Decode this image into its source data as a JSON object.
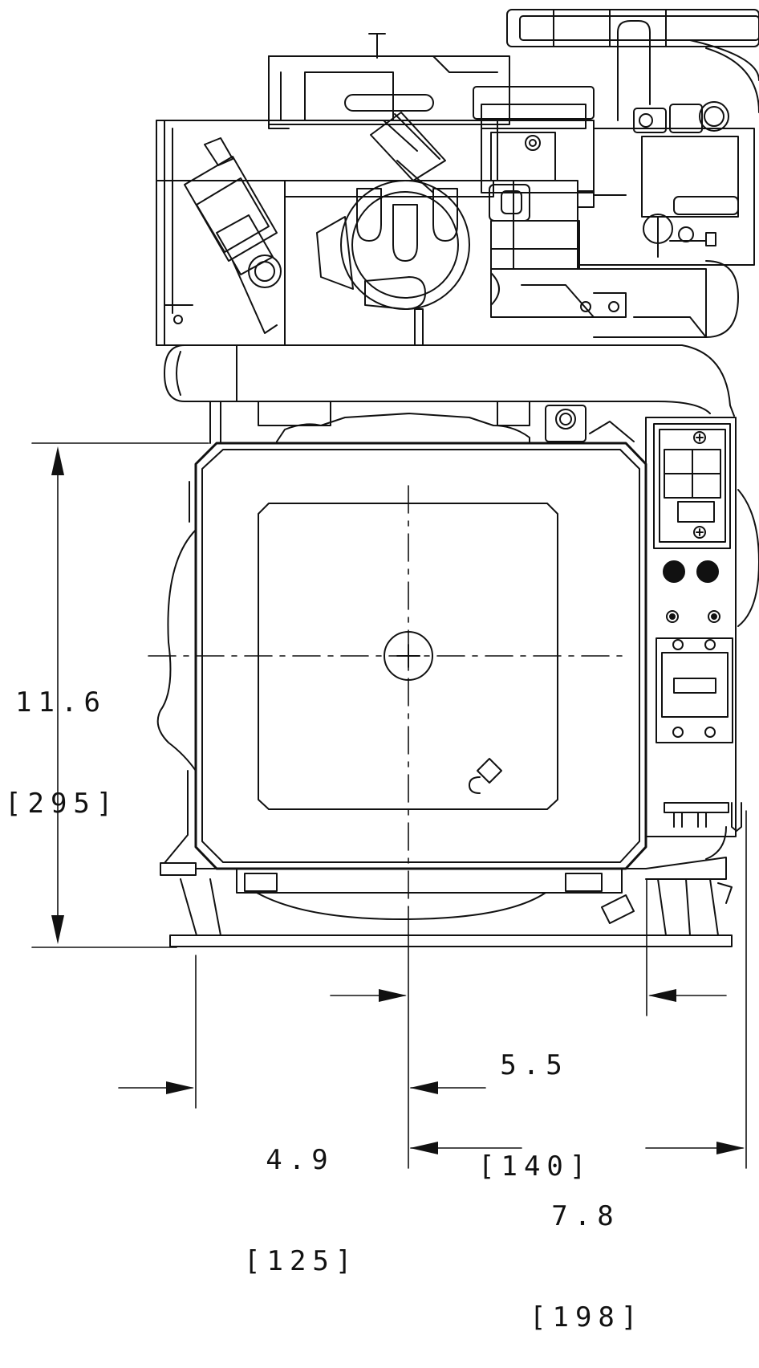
{
  "dimensions": {
    "height": {
      "inches": "11.6",
      "mm": "[295]"
    },
    "right_offset": {
      "inches": "5.5",
      "mm": "[140]"
    },
    "left_offset": {
      "inches": "4.9",
      "mm": "[125]"
    },
    "overall_right": {
      "inches": "7.8",
      "mm": "[198]"
    }
  },
  "colors": {
    "line": "#111111",
    "background": "#ffffff"
  }
}
